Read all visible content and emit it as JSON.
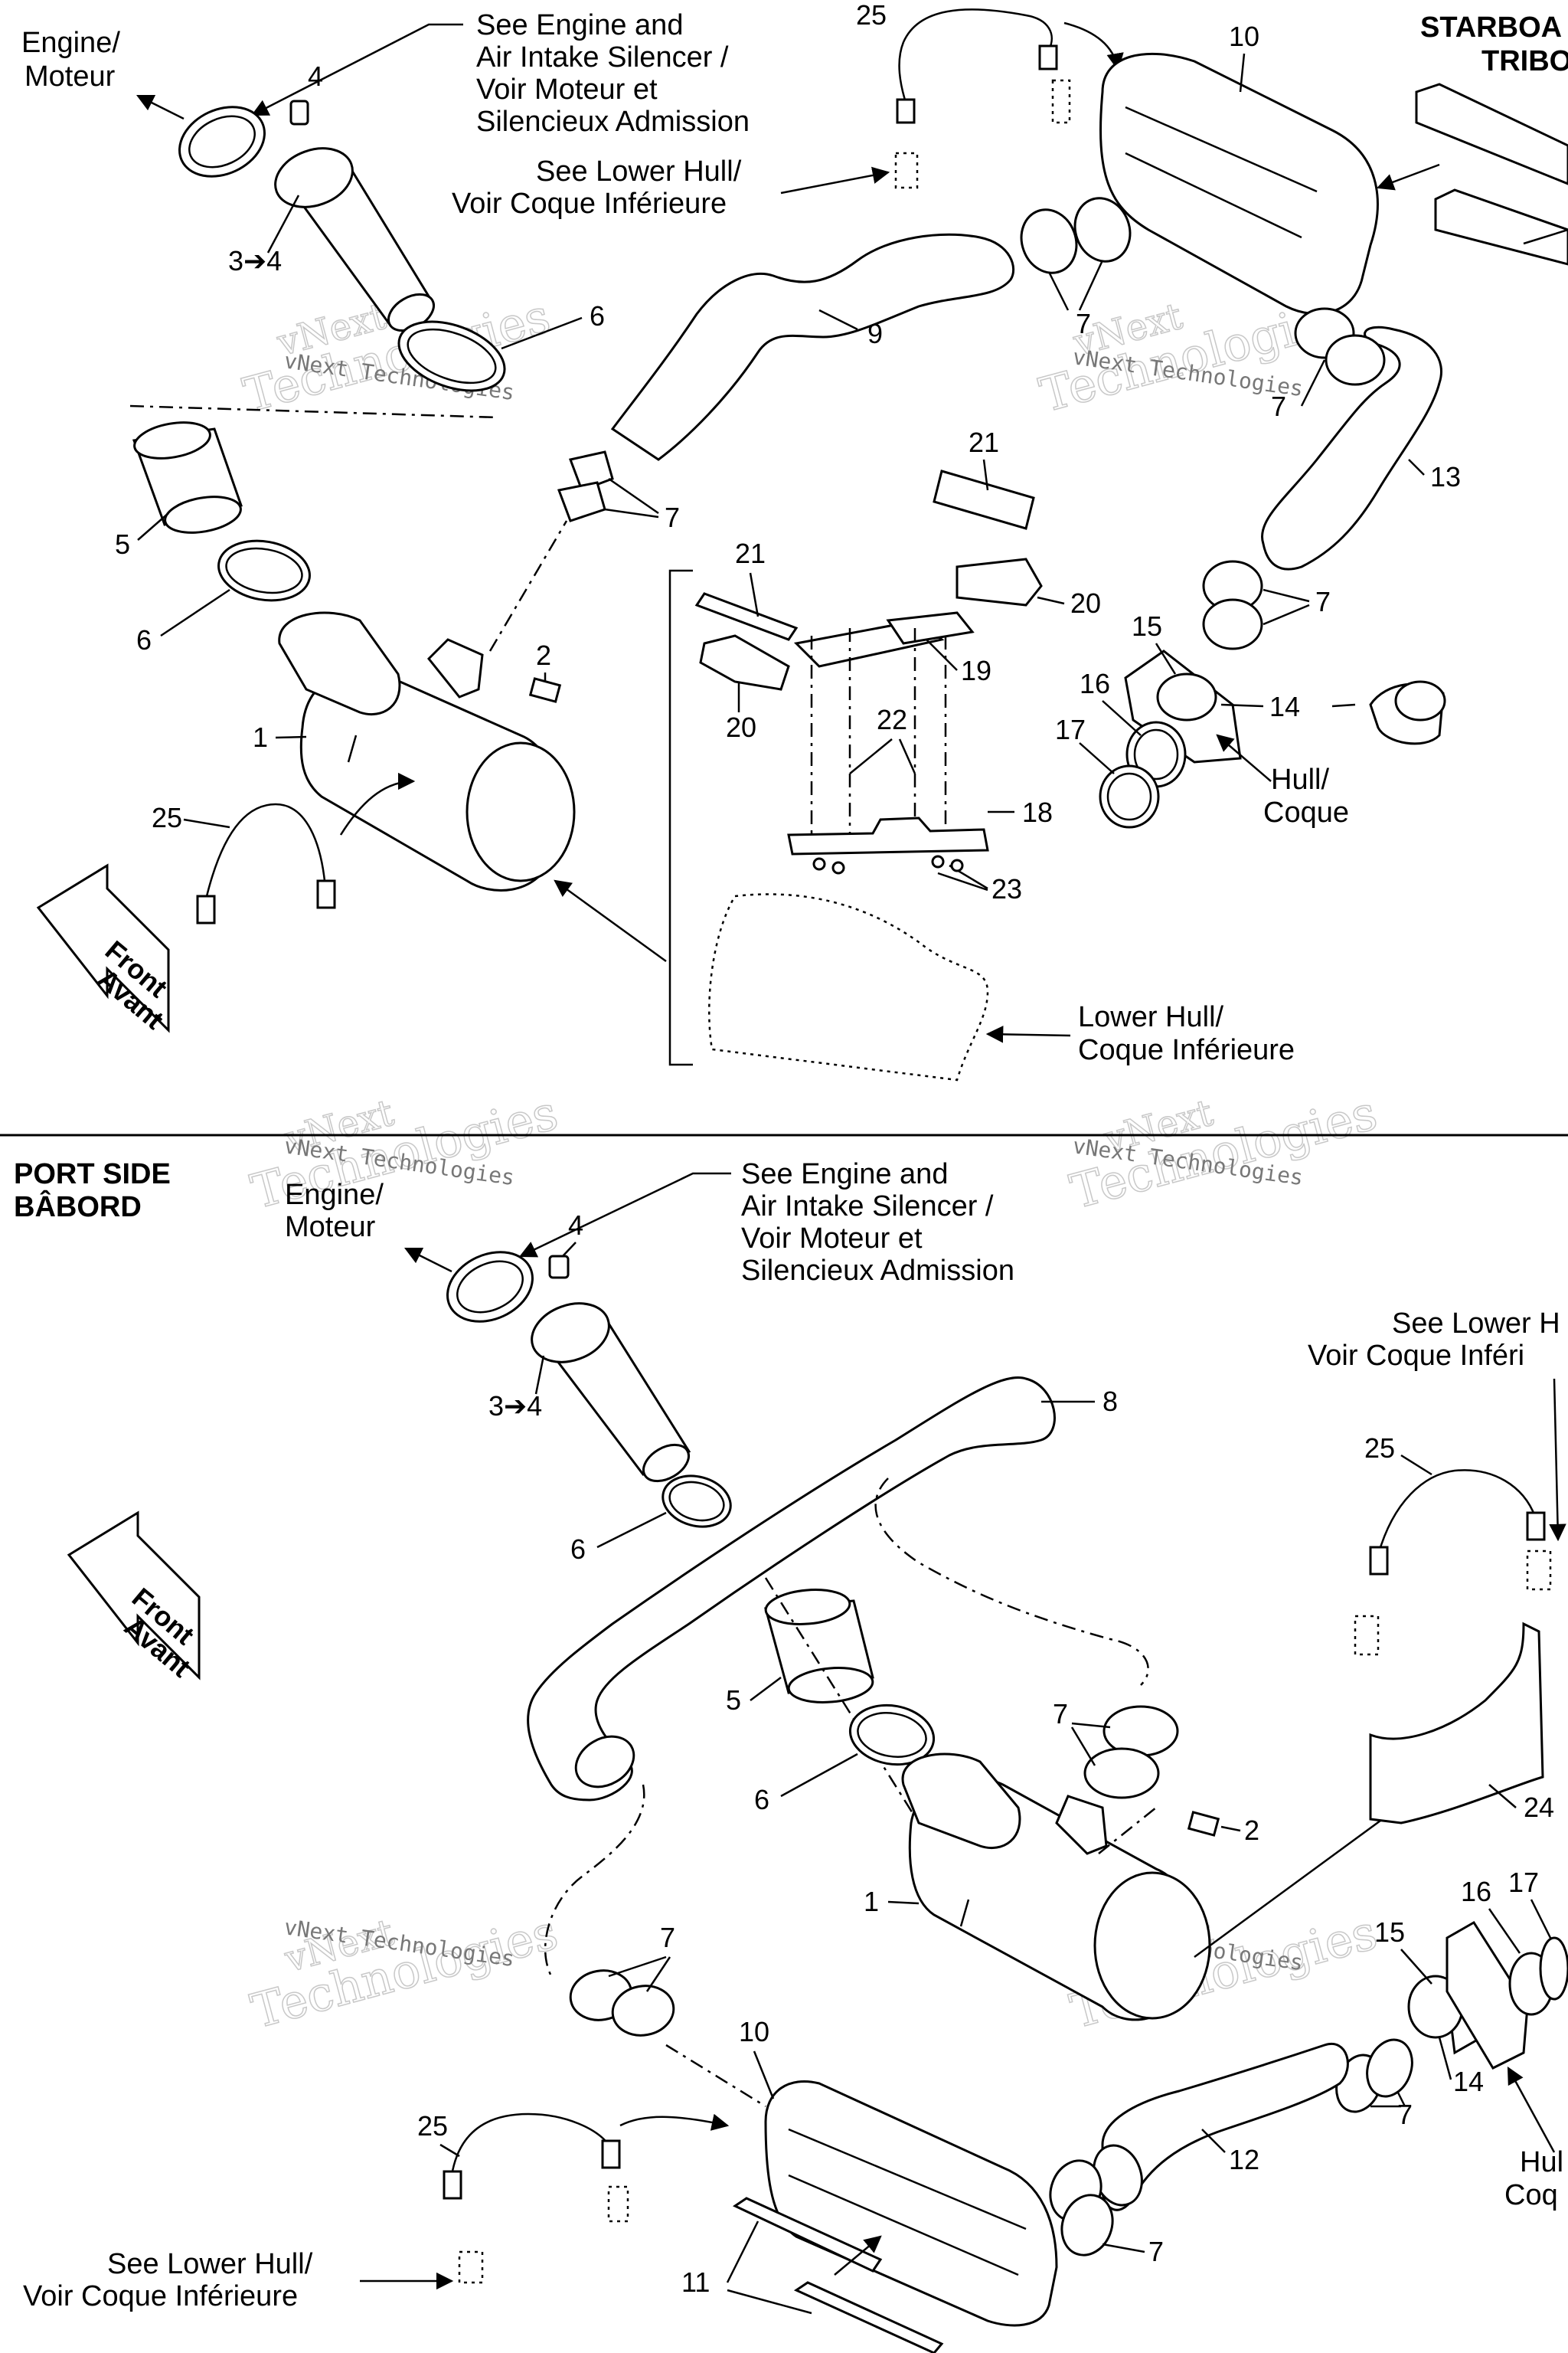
{
  "top": {
    "header": {
      "line1": "STARBOA",
      "line2": "TRIBO"
    },
    "labels": {
      "engine": [
        "Engine/",
        "Moteur"
      ],
      "see_engine": [
        "See Engine and",
        "Air Intake Silencer /",
        "Voir Moteur et",
        "Silencieux Admission"
      ],
      "see_lower_hull": [
        "See Lower Hull/",
        "Voir Coque Inférieure"
      ],
      "hull": [
        "Hull/",
        "Coque"
      ],
      "lower_hull": [
        "Lower Hull/",
        "Coque Inférieure"
      ],
      "front": [
        "Front",
        "Avant"
      ]
    },
    "callouts": {
      "c25": "25",
      "c10": "10",
      "c4": "4",
      "c3to4": "3➔4",
      "c6a": "6",
      "c9": "9",
      "c7a": "7",
      "c7b": "7",
      "c13": "13",
      "c21a": "21",
      "c7c": "7",
      "c21b": "21",
      "c20a": "20",
      "c5": "5",
      "c6b": "6",
      "c2": "2",
      "c7d": "7",
      "c15": "15",
      "c19": "19",
      "c14": "14",
      "c16": "16",
      "c20b": "20",
      "c17": "17",
      "c1": "1",
      "c22": "22",
      "c18": "18",
      "c25b": "25",
      "c23": "23"
    }
  },
  "bottom": {
    "header": {
      "line1": "PORT SIDE",
      "line2": "BÂBORD"
    },
    "labels": {
      "engine": [
        "Engine/",
        "Moteur"
      ],
      "see_engine": [
        "See Engine and",
        "Air Intake Silencer /",
        "Voir Moteur et",
        "Silencieux Admission"
      ],
      "see_lower_hull_right": [
        "See Lower H",
        "Voir Coque Inféri"
      ],
      "see_lower_hull_left": [
        "See Lower Hull/",
        "Voir Coque Inférieure"
      ],
      "hull": [
        "Hul",
        "Coq"
      ],
      "front": [
        "Front",
        "Avant"
      ]
    },
    "callouts": {
      "c4": "4",
      "c3to4": "3➔4",
      "c8": "8",
      "c6a": "6",
      "c25a": "25",
      "c5": "5",
      "c7a": "7",
      "c6b": "6",
      "c2": "2",
      "c24": "24",
      "c1": "1",
      "c15": "15",
      "c16": "16",
      "c17": "17",
      "c7b": "7",
      "c10": "10",
      "c14": "14",
      "c25b": "25",
      "c12": "12",
      "c7c": "7",
      "c11": "11",
      "c7d": "7"
    }
  },
  "watermark": {
    "brand": "vNext",
    "company": "Technologies",
    "small": "vNext Technologies"
  }
}
